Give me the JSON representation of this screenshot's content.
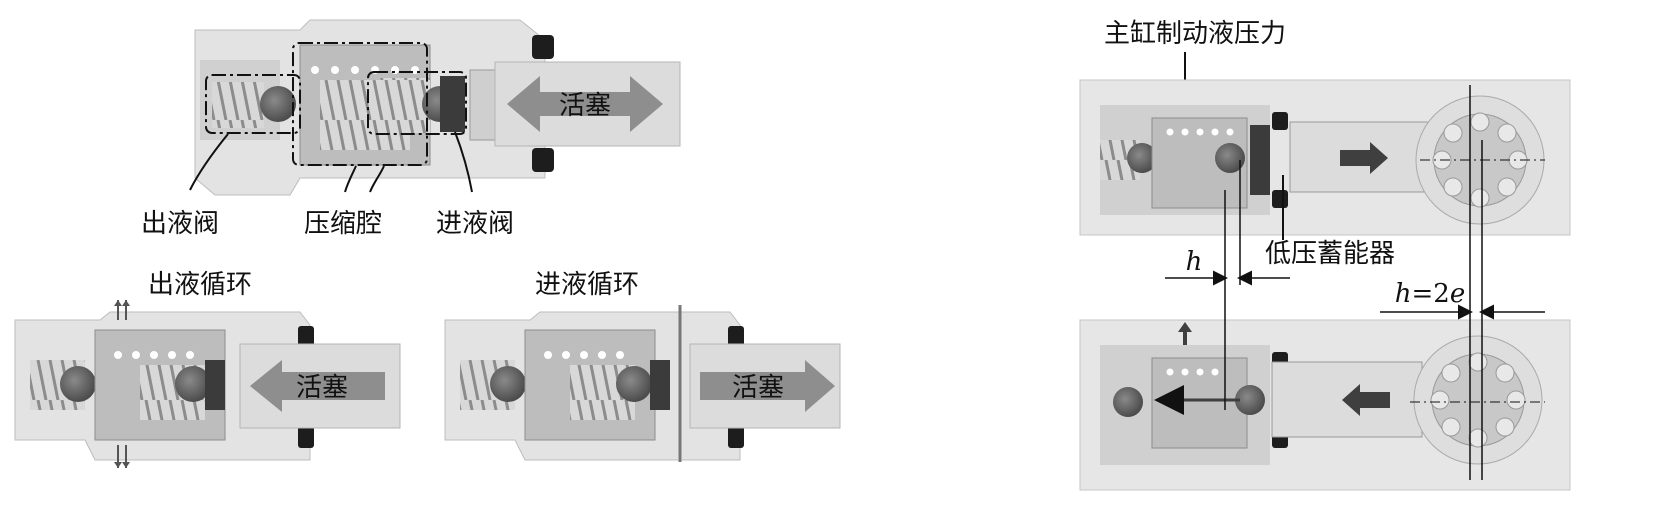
{
  "top_left": {
    "piston": "活塞",
    "outlet_valve": "出液阀",
    "compression_chamber": "压缩腔",
    "inlet_valve": "进液阀"
  },
  "bottom_left": {
    "outlet_cycle_title": "出液循环",
    "inlet_cycle_title": "进液循环",
    "piston_left": "活塞",
    "piston_right": "活塞"
  },
  "right": {
    "master_cylinder_pressure": "主缸制动液压力",
    "low_pressure_accumulator": "低压蓄能器",
    "h_label": "h",
    "h2e_label_h": "h",
    "h2e_label_eq": "=2",
    "h2e_label_e": "e"
  }
}
